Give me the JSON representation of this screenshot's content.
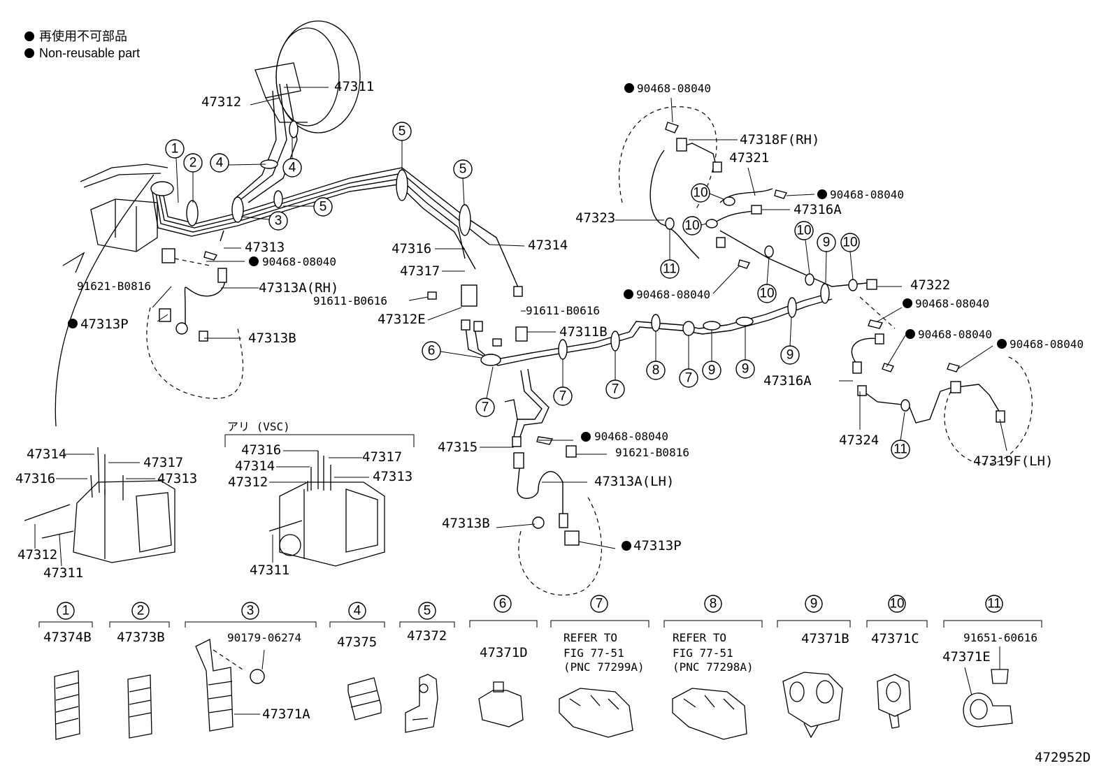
{
  "legend": {
    "jp": "再使用不可部品",
    "en": "Non-reusable part"
  },
  "labels": {
    "p47311_top": "47311",
    "p47312_top": "47312",
    "p47313_top": "47313",
    "p47313A_RH": "47313A(RH)",
    "p90468_a": "90468-08040",
    "p91621_a": "91621-B0816",
    "p47313P_a": "47313P",
    "p47313B_a": "47313B",
    "p47316": "47316",
    "p47317": "47317",
    "p47314": "47314",
    "p91611_a": "91611-B0616",
    "p47312E": "47312E",
    "p91611_b": "91611-B0616",
    "p47311B": "47311B",
    "p47315": "47315",
    "p90468_b": "90468-08040",
    "p91621_b": "91621-B0816",
    "p47313A_LH": "47313A(LH)",
    "p47313B_b": "47313B",
    "p47313P_b": "47313P",
    "p90468_c": "90468-08040",
    "p47318F": "47318F(RH)",
    "p47321": "47321",
    "p90468_d": "90468-08040",
    "p47316A_a": "47316A",
    "p47323": "47323",
    "p90468_e": "90468-08040",
    "p47322": "47322",
    "p90468_f": "90468-08040",
    "p90468_g": "90468-08040",
    "p90468_h": "90468-08040",
    "p47316A_b": "47316A",
    "p47324": "47324",
    "p47319F": "47319F(LH)",
    "inset1_47314": "47314",
    "inset1_47317": "47317",
    "inset1_47316": "47316",
    "inset1_47313": "47313",
    "inset1_47312": "47312",
    "inset1_47311": "47311",
    "inset2_title": "アリ (VSC)",
    "inset2_47316": "47316",
    "inset2_47317": "47317",
    "inset2_47314": "47314",
    "inset2_47313": "47313",
    "inset2_47312": "47312",
    "inset2_47311": "47311",
    "drawing_no": "472952D"
  },
  "callouts": [
    "1",
    "2",
    "3",
    "4",
    "5",
    "6",
    "7",
    "8",
    "9",
    "10",
    "11"
  ],
  "bottom": {
    "c1": "47374B",
    "c2": "47373B",
    "c3a": "90179-06274",
    "c3b": "47371A",
    "c4": "47375",
    "c5": "47372",
    "c6": "47371D",
    "c7_1": "REFER TO",
    "c7_2": "FIG 77-51",
    "c7_3": "(PNC 77299A)",
    "c8_1": "REFER TO",
    "c8_2": "FIG 77-51",
    "c8_3": "(PNC 77298A)",
    "c9": "47371B",
    "c10": "47371C",
    "c11a": "91651-60616",
    "c11b": "47371E"
  }
}
